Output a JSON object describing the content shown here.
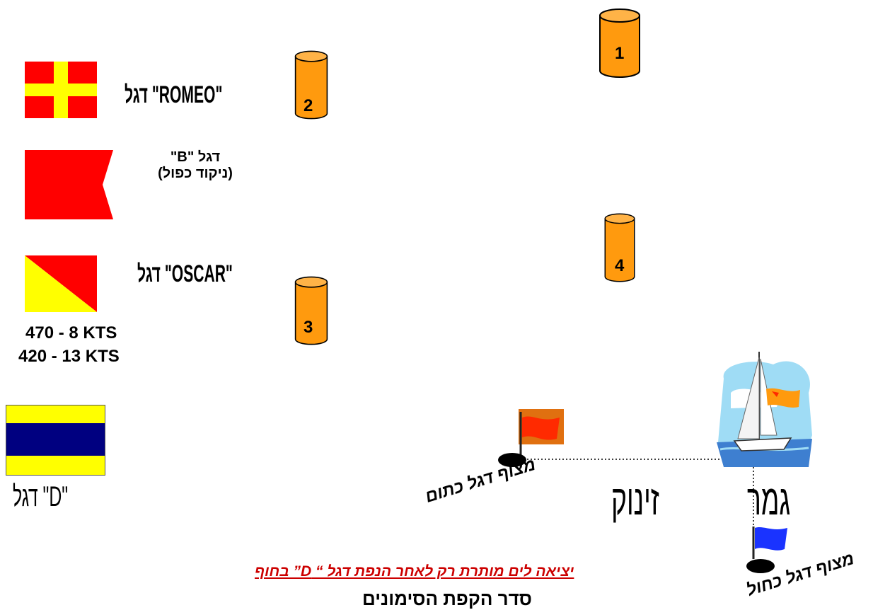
{
  "flags": {
    "romeo_label": "דגל \"ROMEO\"",
    "b_label_line1": "דגל \"B\"",
    "b_label_line2": "(ניקוד כפול)",
    "oscar_label": "דגל \"OSCAR\"",
    "oscar_note_line1": "470 -  8 KTS",
    "oscar_note_line2": "420 - 13 KTS",
    "d_label": "דגל \"D\""
  },
  "buoys": [
    {
      "number": "1"
    },
    {
      "number": "2"
    },
    {
      "number": "3"
    },
    {
      "number": "4"
    }
  ],
  "course": {
    "start_buoy_label": "מצוף דגל כתום",
    "zinuk_label": "זינוק",
    "finish_label": "גמר",
    "finish_buoy_label": "מצוף דגל כחול"
  },
  "footer": {
    "note": "יציאה לים מותרת  רק לאחר הנפת דגל “ D” בחוף",
    "title": "סדר הקפת הסימונים"
  },
  "colors": {
    "buoy_orange": "#ff9a0e",
    "flag_red": "#ff0000",
    "flag_yellow": "#ffff00",
    "flag_navy": "#000080",
    "finish_flag_blue": "#1a33ff",
    "start_flag_orange_bg": "#e07010",
    "note_red": "#cc0000"
  }
}
